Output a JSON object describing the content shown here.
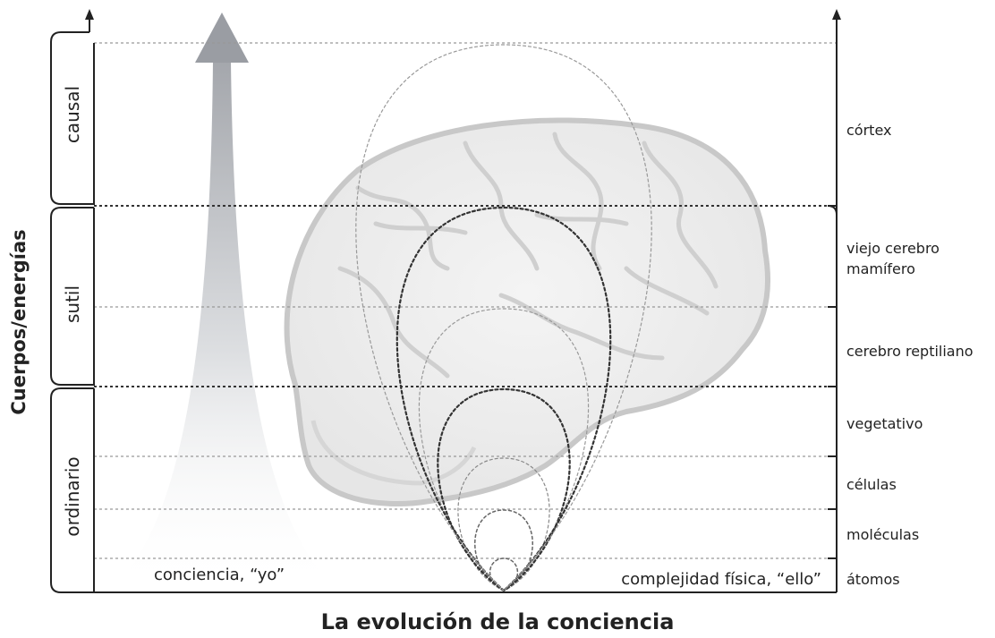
{
  "title": "La evolución de la conciencia",
  "y_axis_title": "Cuerpos/energías",
  "bodies": [
    "causal",
    "sutil",
    "ordinario"
  ],
  "levels": [
    "córtex",
    "viejo cerebro mamífero",
    "cerebro reptiliano",
    "vegetativo",
    "células",
    "moléculas",
    "átomos"
  ],
  "level_lines": {
    "viejo": [
      "viejo cerebro",
      "mamífero"
    ]
  },
  "bottom_left": "conciencia, “yo”",
  "bottom_right": "complejidad física, “ello”"
}
